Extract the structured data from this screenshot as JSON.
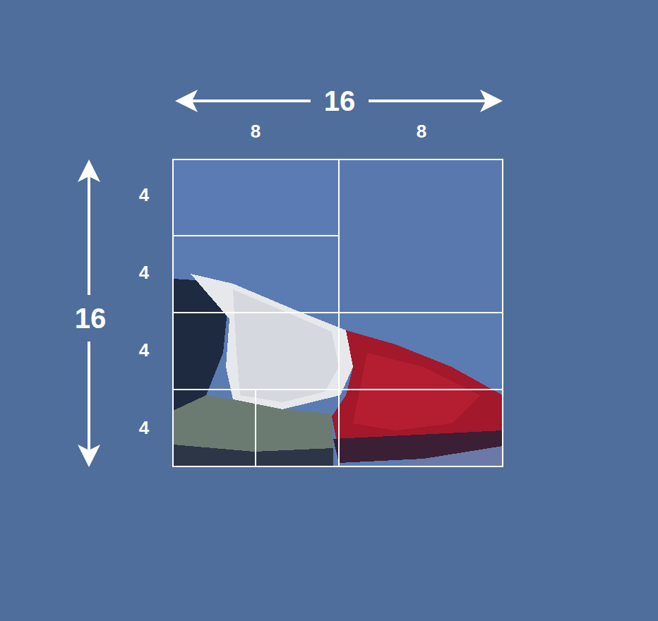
{
  "diagram": {
    "labels": [
      "16",
      "8",
      "8",
      "16",
      "4",
      "4",
      "4",
      "4"
    ]
  }
}
